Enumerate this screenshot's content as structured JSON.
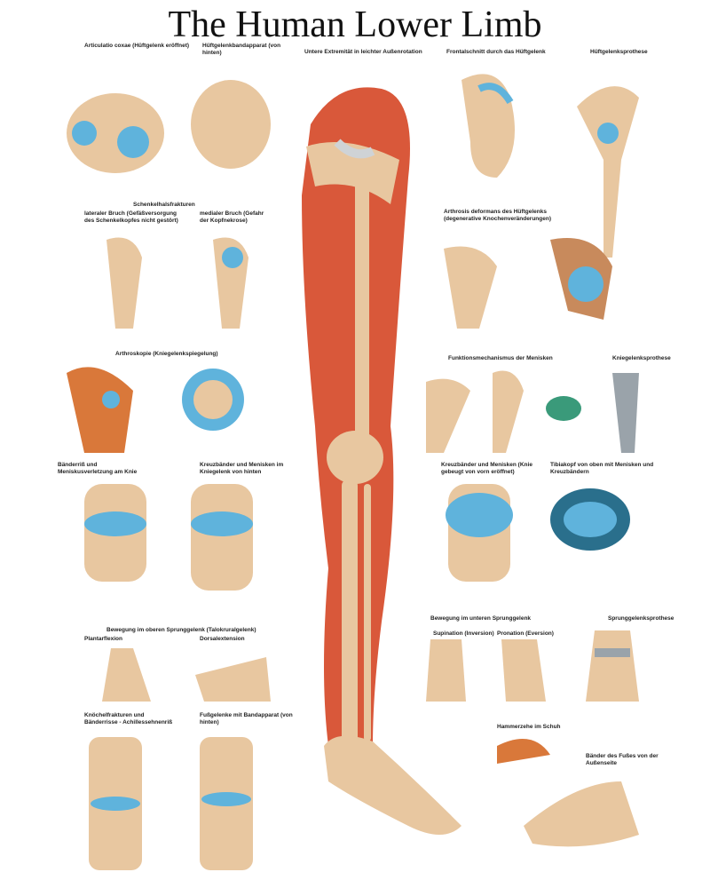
{
  "title": "The Human Lower Limb",
  "headings": [
    "Articulatio coxae (Hüftgelenk eröffnet)",
    "Hüftgelenkbandapparat (von hinten)",
    "Untere Extremität in leichter Außenrotation",
    "Frontalschnitt durch das Hüftgelenk",
    "Hüftgelenksprothese",
    "Schenkelhalsfrakturen",
    "lateraler Bruch (Gefäßversorgung des Schenkelkopfes nicht gestört)",
    "medialer Bruch (Gefahr der Kopfnekrose)",
    "Arthrosis deformans des Hüftgelenks (degenerative Knochenveränderungen)",
    "Arthroskopie (Kniegelenkspiegelung)",
    "Funktionsmechanismus der Menisken",
    "Kniegelenksprothese",
    "Bänderriß und Meniskusverletzung am Knie",
    "Kreuzbänder und Menisken im Kniegelenk von hinten",
    "Kreuzbänder und Menisken (Knie gebeugt von vorn eröffnet)",
    "Tibiakopf von oben mit Menisken und Kreuzbändern",
    "Bewegung im oberen Sprunggelenk (Talokruralgelenk)",
    "Plantarflexion",
    "Dorsalextension",
    "Bewegung im unteren Sprunggelenk",
    "Supination (Inversion)",
    "Pronation (Eversion)",
    "Sprunggelenksprothese",
    "Knöchelfrakturen und Bänderrisse - Achillessehnenriß",
    "Fußgelenke mit Bandapparat (von hinten)",
    "Hammerzehe im Schuh",
    "Bänder des Fußes von der Außenseite"
  ],
  "colors": {
    "muscle": "#d9583a",
    "bone": "#e8c7a0",
    "cartilage": "#5fb3dc",
    "ligament": "#cfd3d6"
  }
}
